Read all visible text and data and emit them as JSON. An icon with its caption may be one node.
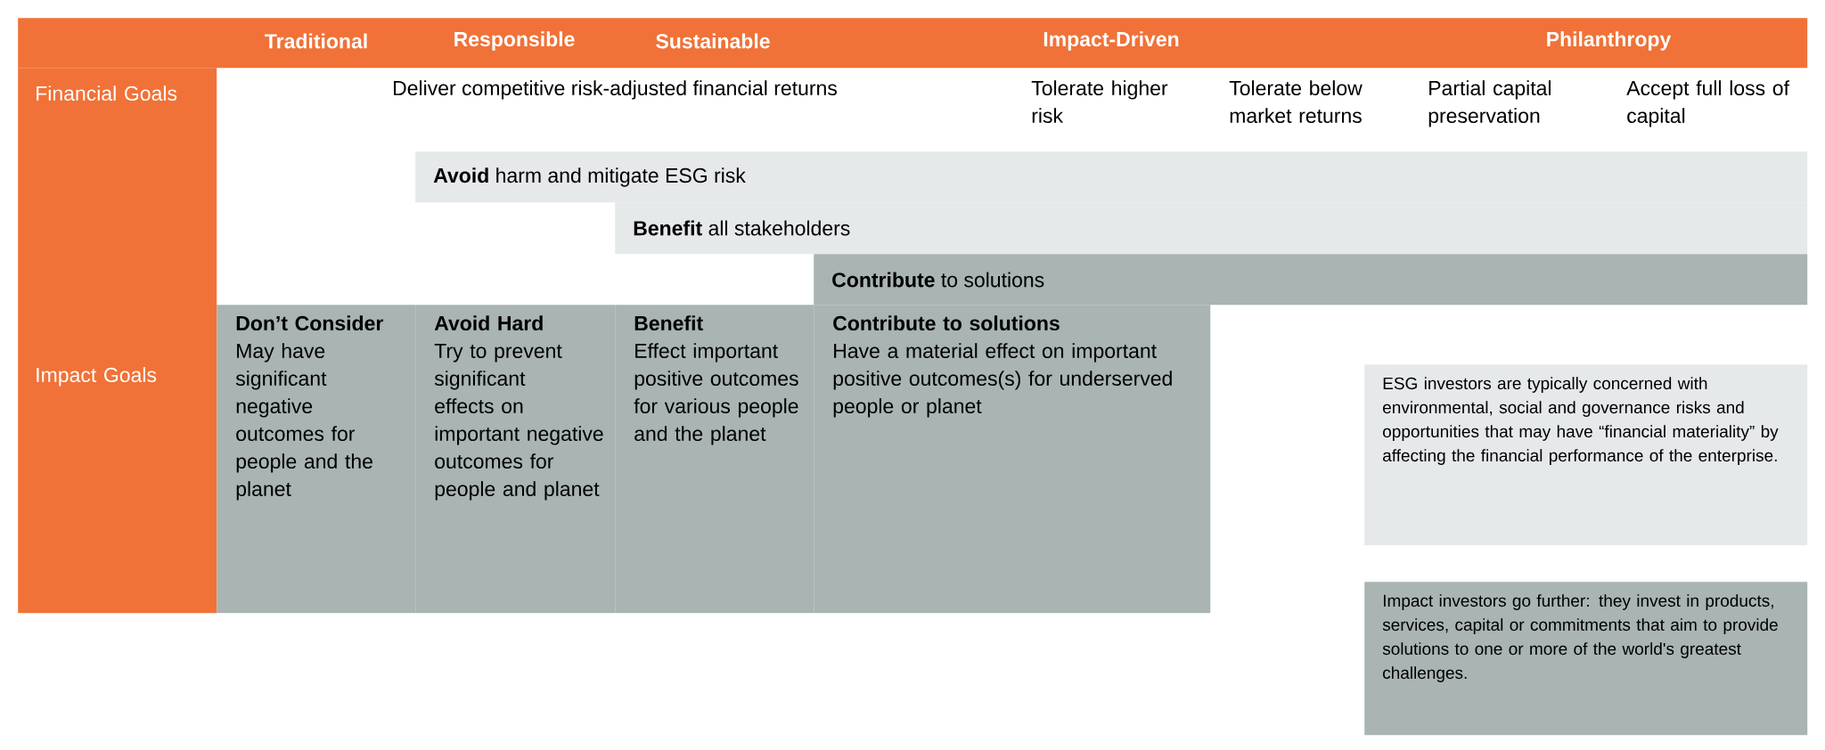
{
  "diagram": {
    "nodes": [
      {
        "text": [
          "Traditional",
          "Responsible",
          "Sustainable",
          "Impact-Driven",
          "Philanthropy"
        ]
      },
      {
        "text": [
          "Financial Goals",
          "Impact Goals"
        ]
      },
      {
        "text": [
          "**Avoid** harm and mitigate ESG risk"
        ]
      },
      {
        "text": [
          "**Benefit** all stakeholders"
        ]
      },
      {
        "text": [
          "**Contribute** to solutions"
        ]
      },
      {
        "text": [
          "Don’t Consider",
          "May have significant negative outcomes for people and the planet"
        ]
      },
      {
        "text": [
          "Avoid Hard",
          "Try to prevent significant effects on important negative outcomes for people and planet"
        ]
      },
      {
        "text": [
          "Benefit",
          "Effect important positive outcomes for various people and the planet"
        ]
      },
      {
        "text": [
          "Contribute to solutions",
          "Have a material effect on important positive outcomes(s) for underserved people or planet"
        ]
      },
      {
        "text": [
          "ESG investors are typically concerned with environmental, social and governance risks and opportunities that may have “financial materiality” by affecting the financial performance of the enterprise."
        ]
      },
      {
        "text": [
          "Impact investors go further: they invest in products, services, capital or commitments that aim to provide solutions to one or more of the world's greatest challenges."
        ]
      }
    ],
    "labels": [
      "Deliver competitive risk-adjusted financial returns",
      "Tolerate higher risk",
      "Tolerate below market returns",
      "Partial capital preservation",
      "Accept full loss of capital"
    ]
  }
}
